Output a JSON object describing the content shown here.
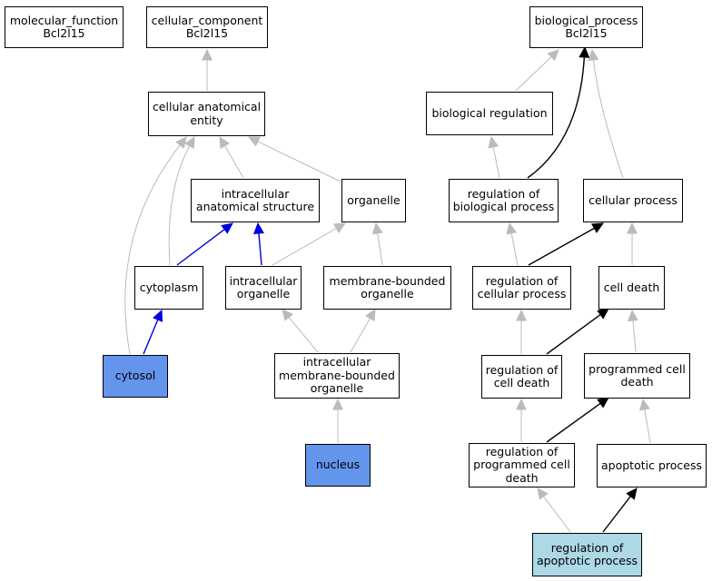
{
  "colors": {
    "is_a_edge": "#bbbbbb",
    "part_of_edge": "#0000dd",
    "regulates_edge": "#000000",
    "node_border": "#000000",
    "node_default": "#ffffff",
    "annotated_node": "#6495ed",
    "query_node": "#add8e6"
  },
  "nodes": [
    {
      "id": "mf",
      "label": "molecular_function\nBcl2l15",
      "fill": "default"
    },
    {
      "id": "cc",
      "label": "cellular_component\nBcl2l15",
      "fill": "default"
    },
    {
      "id": "bp",
      "label": "biological_process\nBcl2l15",
      "fill": "default"
    },
    {
      "id": "cae",
      "label": "cellular anatomical\nentity",
      "fill": "default"
    },
    {
      "id": "breg",
      "label": "biological regulation",
      "fill": "default"
    },
    {
      "id": "ias",
      "label": "intracellular\nanatomical structure",
      "fill": "default"
    },
    {
      "id": "org",
      "label": "organelle",
      "fill": "default"
    },
    {
      "id": "rbp",
      "label": "regulation of\nbiological process",
      "fill": "default"
    },
    {
      "id": "cp",
      "label": "cellular process",
      "fill": "default"
    },
    {
      "id": "cyto",
      "label": "cytoplasm",
      "fill": "default"
    },
    {
      "id": "io",
      "label": "intracellular\norganelle",
      "fill": "default"
    },
    {
      "id": "mbo",
      "label": "membrane-bounded\norganelle",
      "fill": "default"
    },
    {
      "id": "rcp",
      "label": "regulation of\ncellular process",
      "fill": "default"
    },
    {
      "id": "cd",
      "label": "cell death",
      "fill": "default"
    },
    {
      "id": "cytosol",
      "label": "cytosol",
      "fill": "annotated"
    },
    {
      "id": "imbo",
      "label": "intracellular\nmembrane-bounded\norganelle",
      "fill": "default"
    },
    {
      "id": "rcd",
      "label": "regulation of\ncell death",
      "fill": "default"
    },
    {
      "id": "pcd",
      "label": "programmed cell\ndeath",
      "fill": "default"
    },
    {
      "id": "nucleus",
      "label": "nucleus",
      "fill": "annotated"
    },
    {
      "id": "rpcd",
      "label": "regulation of\nprogrammed cell\ndeath",
      "fill": "default"
    },
    {
      "id": "ap",
      "label": "apoptotic process",
      "fill": "default"
    },
    {
      "id": "rap",
      "label": "regulation of\napoptotic process",
      "fill": "query"
    }
  ],
  "edges": [
    {
      "from": "cae",
      "to": "cc",
      "type": "is_a"
    },
    {
      "from": "breg",
      "to": "bp",
      "type": "is_a"
    },
    {
      "from": "rbp",
      "to": "bp",
      "type": "regulates"
    },
    {
      "from": "cp",
      "to": "bp",
      "type": "is_a"
    },
    {
      "from": "rbp",
      "to": "breg",
      "type": "is_a"
    },
    {
      "from": "ias",
      "to": "cae",
      "type": "is_a"
    },
    {
      "from": "org",
      "to": "cae",
      "type": "is_a"
    },
    {
      "from": "cyto",
      "to": "cae",
      "type": "is_a"
    },
    {
      "from": "cytosol",
      "to": "cae",
      "type": "is_a"
    },
    {
      "from": "cyto",
      "to": "ias",
      "type": "part_of"
    },
    {
      "from": "io",
      "to": "ias",
      "type": "part_of"
    },
    {
      "from": "io",
      "to": "org",
      "type": "is_a"
    },
    {
      "from": "mbo",
      "to": "org",
      "type": "is_a"
    },
    {
      "from": "cytosol",
      "to": "cyto",
      "type": "part_of"
    },
    {
      "from": "imbo",
      "to": "io",
      "type": "is_a"
    },
    {
      "from": "imbo",
      "to": "mbo",
      "type": "is_a"
    },
    {
      "from": "nucleus",
      "to": "imbo",
      "type": "is_a"
    },
    {
      "from": "rcp",
      "to": "rbp",
      "type": "is_a"
    },
    {
      "from": "rcp",
      "to": "cp",
      "type": "regulates"
    },
    {
      "from": "cd",
      "to": "cp",
      "type": "is_a"
    },
    {
      "from": "rcd",
      "to": "rcp",
      "type": "is_a"
    },
    {
      "from": "rcd",
      "to": "cd",
      "type": "regulates"
    },
    {
      "from": "pcd",
      "to": "cd",
      "type": "is_a"
    },
    {
      "from": "rpcd",
      "to": "rcd",
      "type": "is_a"
    },
    {
      "from": "rpcd",
      "to": "pcd",
      "type": "regulates"
    },
    {
      "from": "ap",
      "to": "pcd",
      "type": "is_a"
    },
    {
      "from": "rap",
      "to": "rpcd",
      "type": "is_a"
    },
    {
      "from": "rap",
      "to": "ap",
      "type": "regulates"
    }
  ]
}
